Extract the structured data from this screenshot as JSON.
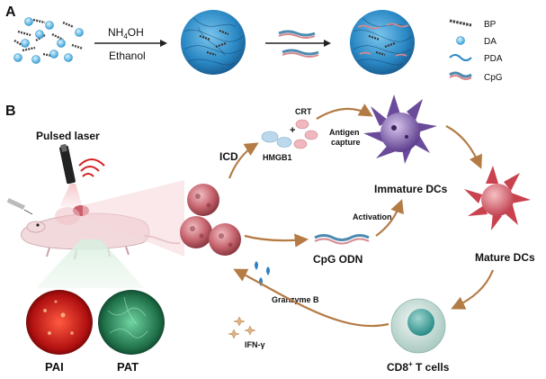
{
  "panels": {
    "a": "A",
    "b": "B"
  },
  "synthesis": {
    "reagent": "NH",
    "reagent_sub": "4",
    "reagent_tail": "OH",
    "solvent": "Ethanol"
  },
  "legend": [
    {
      "label": "BP",
      "icon": "bp-sheet-icon"
    },
    {
      "label": "DA",
      "icon": "da-molecule-icon"
    },
    {
      "label": "PDA",
      "icon": "pda-wave-icon"
    },
    {
      "label": "CpG",
      "icon": "cpg-dna-icon"
    }
  ],
  "mechanism": {
    "laser": "Pulsed laser",
    "icd": "ICD",
    "crt": "CRT",
    "hmgb1": "HMGB1",
    "antigen_capture_1": "Antigen",
    "antigen_capture_2": "capture",
    "immature_dcs": "Immature DCs",
    "mature_dcs": "Mature DCs",
    "activation": "Activation",
    "cpg_odn": "CpG ODN",
    "granzyme": "Granzyme B",
    "ifn": "IFN-γ",
    "cd8_prefix": "CD8",
    "cd8_sup": "+",
    "cd8_suffix": " T cells",
    "pai": "PAI",
    "pat": "PAT"
  },
  "colors": {
    "sphere": "#2a88c4",
    "arrow": "#b47b45",
    "laser": "#d42020",
    "tumor": "#b85560",
    "immature_dc": "#7b5ca8",
    "mature_dc": "#d65a64"
  }
}
